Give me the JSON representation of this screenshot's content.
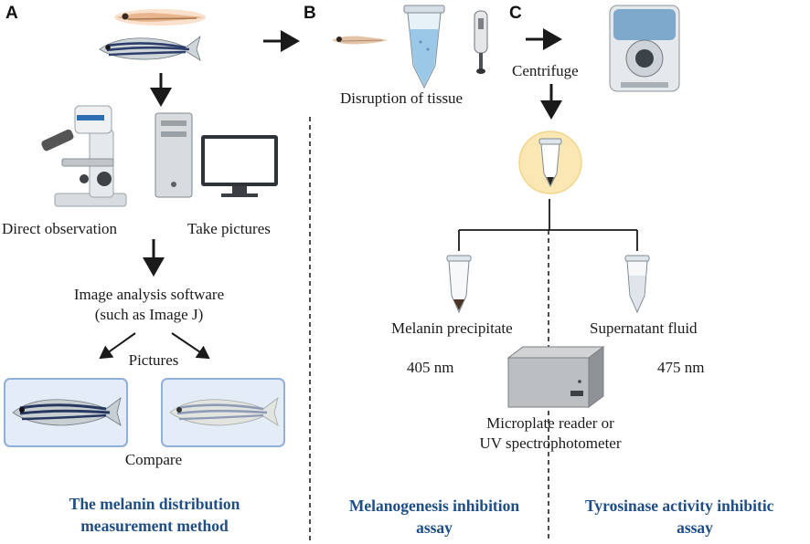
{
  "panels": {
    "a": {
      "letter": "A"
    },
    "b": {
      "letter": "B"
    },
    "c": {
      "letter": "C"
    }
  },
  "panel_a": {
    "direct_observation": "Direct observation",
    "take_pictures": "Take pictures",
    "image_analysis_line1": "Image analysis software",
    "image_analysis_line2": "(such as Image J)",
    "pictures": "Pictures",
    "compare": "Compare",
    "method_line1": "The melanin distribution",
    "method_line2": "measurement method"
  },
  "panel_b": {
    "disruption": "Disruption of tissue",
    "method_line1": "Melanogenesis inhibition",
    "method_line2": "assay"
  },
  "panel_c": {
    "centrifuge": "Centrifuge",
    "melanin_precipitate": "Melanin precipitate",
    "supernatant_fluid": "Supernatant fluid",
    "wavelength_left": "405 nm",
    "wavelength_right": "475 nm",
    "reader_line1": "Microplate reader or",
    "reader_line2": "UV spectrophotometer",
    "method_line1": "Tyrosinase activity inhibitic",
    "method_line2": "assay"
  },
  "colors": {
    "method_text": "#1f4e86",
    "frame_border": "#8fb0d8",
    "frame_fill": "#e3ecf7",
    "highlight_circle": "#fbe7b4"
  }
}
